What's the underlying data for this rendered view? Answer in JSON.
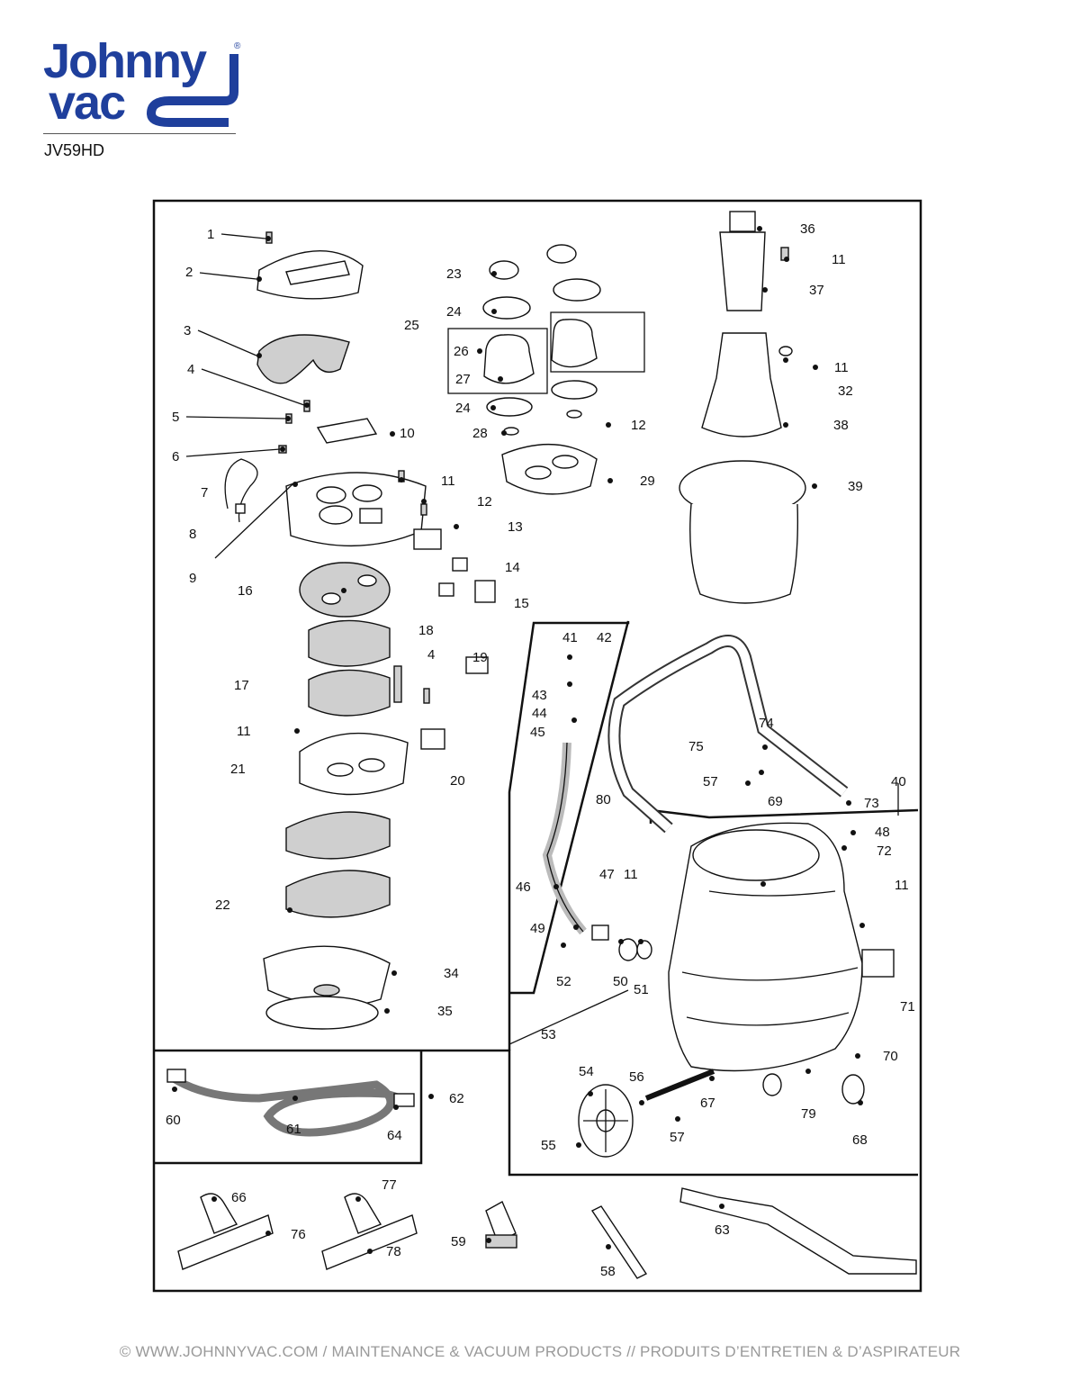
{
  "brand": {
    "line1": "Johnny",
    "line2": "vac",
    "registered": "®",
    "color": "#1f3f9c"
  },
  "model": "JV59HD",
  "footer": "© WWW.JOHNNYVAC.COM / MAINTENANCE & VACUUM PRODUCTS  //  PRODUITS D’ENTRETIEN & D’ASPIRATEUR",
  "callouts": [
    "1",
    "2",
    "3",
    "4",
    "5",
    "6",
    "7",
    "8",
    "9",
    "10",
    "11",
    "12",
    "13",
    "14",
    "15",
    "16",
    "17",
    "11",
    "21",
    "18",
    "4",
    "19",
    "20",
    "22",
    "34",
    "35",
    "23",
    "24",
    "25",
    "26",
    "27",
    "24",
    "28",
    "12",
    "29",
    "36",
    "11",
    "37",
    "11",
    "32",
    "38",
    "39",
    "41",
    "42",
    "43",
    "44",
    "45",
    "46",
    "49",
    "52",
    "50",
    "51",
    "53",
    "80",
    "47",
    "11",
    "74",
    "75",
    "57",
    "69",
    "73",
    "40",
    "48",
    "72",
    "11",
    "71",
    "70",
    "54",
    "56",
    "67",
    "79",
    "57",
    "68",
    "55",
    "60",
    "61",
    "64",
    "62",
    "66",
    "76",
    "77",
    "78",
    "59",
    "58",
    "63"
  ]
}
